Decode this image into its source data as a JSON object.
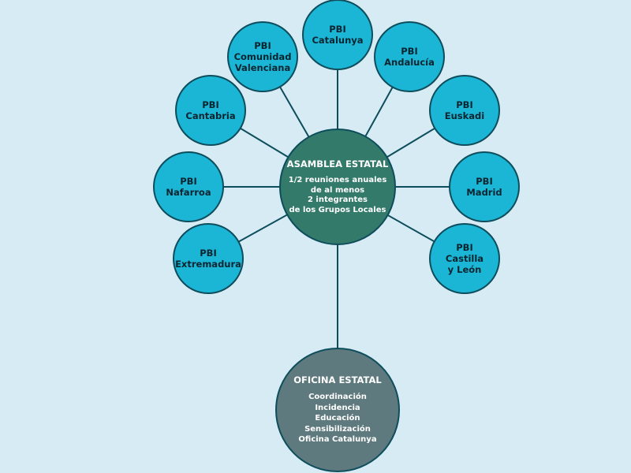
{
  "nodes": [
    {
      "label": "PBI\nCatalunya"
    },
    {
      "label": "PBI\nComunidad\nValenciana"
    },
    {
      "label": "PBI\nAndalucía"
    },
    {
      "label": "PBI\nCantabria"
    },
    {
      "label": "PBI\nEuskadi"
    },
    {
      "label": "PBI\nNafarroa"
    },
    {
      "label": "PBI\nMadrid"
    },
    {
      "label": "PBI\nExtremadura"
    },
    {
      "label": "PBI\nCastilla\ny León"
    }
  ],
  "center": {
    "title": "ASAMBLEA ESTATAL",
    "body": "1/2 reuniones anuales\nde al menos\n2 integrantes\nde los Grupos Locales"
  },
  "bottom": {
    "title": "OFICINA ESTATAL",
    "body": "Coordinación\nIncidencia\nEducación\nSensibilización\nOficina Catalunya"
  },
  "colors": {
    "background": "#d6ebf4",
    "node": "#1bb5d5",
    "center": "#347a6a",
    "bottom": "#5f7a7e",
    "line": "#0e4d5c"
  }
}
